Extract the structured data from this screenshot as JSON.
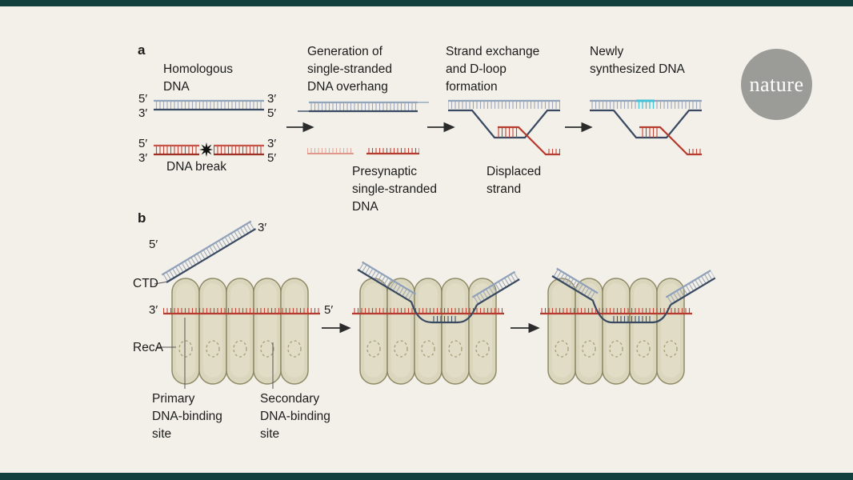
{
  "page": {
    "background_color": "#f2f0e9",
    "accent_bar_color": "#12403c"
  },
  "logo": {
    "text": "nature",
    "circle_color": "#9b9b97"
  },
  "labels": {
    "five_prime": "5′",
    "three_prime": "3′"
  },
  "panel_a": {
    "label": "a",
    "homologous_dna": "Homologous\nDNA",
    "dna_break": "DNA break",
    "step2_heading": "Generation of\nsingle-stranded\nDNA overhang",
    "presynaptic_label": "Presynaptic\nsingle-stranded\nDNA",
    "step3_heading": "Strand exchange\nand D-loop\nformation",
    "displaced_label": "Displaced\nstrand",
    "step4_heading": "Newly\nsynthesized DNA"
  },
  "panel_b": {
    "label": "b",
    "ctd": "CTD",
    "reca": "RecA",
    "primary_site": "Primary\nDNA-binding\nsite",
    "secondary_site": "Secondary\nDNA-binding\nsite"
  },
  "colors": {
    "dna_blue_top_strand": "#93a4bd",
    "dna_blue_bottom_strand": "#394962",
    "dna_red": "#b63a2e",
    "dna_red_faded": "#e0988d",
    "newly_synthesized_cyan": "#45c2d8",
    "reca_fill": "#dad6bd",
    "reca_stroke": "#8f8a66"
  }
}
